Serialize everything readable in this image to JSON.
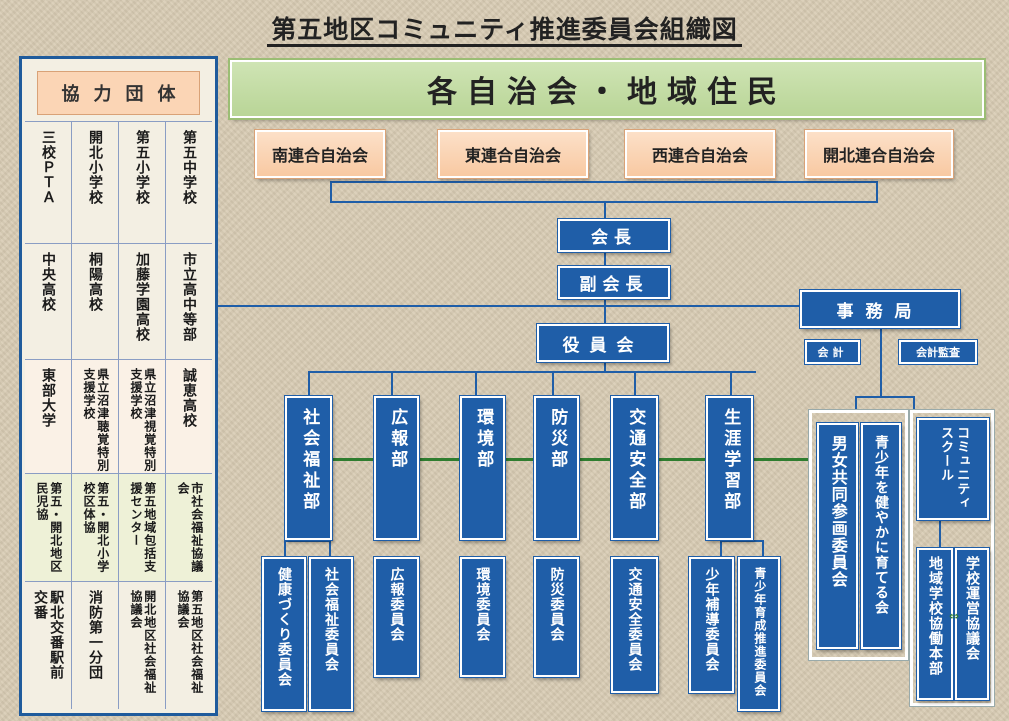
{
  "title": "第五地区コミュニティ推進委員会組織図",
  "top": "各自治会・地域住民",
  "rengo": [
    "南連合自治会",
    "東連合自治会",
    "西連合自治会",
    "開北連合自治会"
  ],
  "chair": "会長",
  "vice_chair": "副会長",
  "board": "役員会",
  "secretariat": "事務局",
  "treasurer": "会計",
  "auditor": "会計監査",
  "coop": {
    "header": "協力団体",
    "rows": [
      [
        "三校ＰＴＡ",
        "開北小学校",
        "第五小学校",
        "第五中学校"
      ],
      [
        "中央高校",
        "桐陽高校",
        "加藤学園高校",
        "市立高中等部"
      ],
      [
        "東部大学",
        "県立沼津聴覚特別支援学校",
        "県立沼津視覚特別支援学校",
        "誠恵高校"
      ],
      [
        "第五・開北地区民児協",
        "第五・開北小学校区体協",
        "第五地域包括支援センター",
        "市社会福祉協議会"
      ],
      [
        "駅北交番駅前交番",
        "消防第一分団",
        "開北地区社会福祉協議会",
        "第五地区社会福祉協議会"
      ]
    ]
  },
  "departments": [
    "社会福祉部",
    "広報部",
    "環境部",
    "防災部",
    "交通安全部",
    "生涯学習部"
  ],
  "committees": [
    "健康づくり委員会",
    "社会福祉委員会",
    "広報委員会",
    "環境委員会",
    "防災委員会",
    "交通安全委員会",
    "少年補導委員会",
    "青少年育成推進委員会"
  ],
  "gender": "男女共同参画委員会",
  "youth": "青少年を健やかに育てる会",
  "school_frame": "コミュニティスクール",
  "school_a": "地域学校協働本部",
  "school_b": "学校運営協議会"
}
